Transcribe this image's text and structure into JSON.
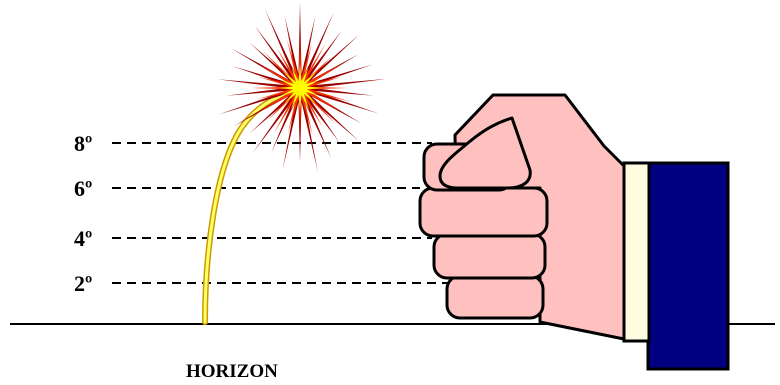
{
  "degree_marks": [
    {
      "label": "8º",
      "value": 8
    },
    {
      "label": "6º",
      "value": 6
    },
    {
      "label": "4º",
      "value": 4
    },
    {
      "label": "2º",
      "value": 2
    }
  ],
  "horizon_label": "HORIZON",
  "colors": {
    "fist_fill": "#ffc0c0",
    "cuff_fill": "#fffde0",
    "sleeve_fill": "#000080",
    "trail_outer": "#cc9900",
    "trail_inner": "#ffff66",
    "burst_outer": "#990000",
    "burst_mid": "#ff3300",
    "burst_core": "#ffff00",
    "line": "#000000"
  },
  "icons": [
    "firework-burst-icon",
    "fist-icon"
  ]
}
